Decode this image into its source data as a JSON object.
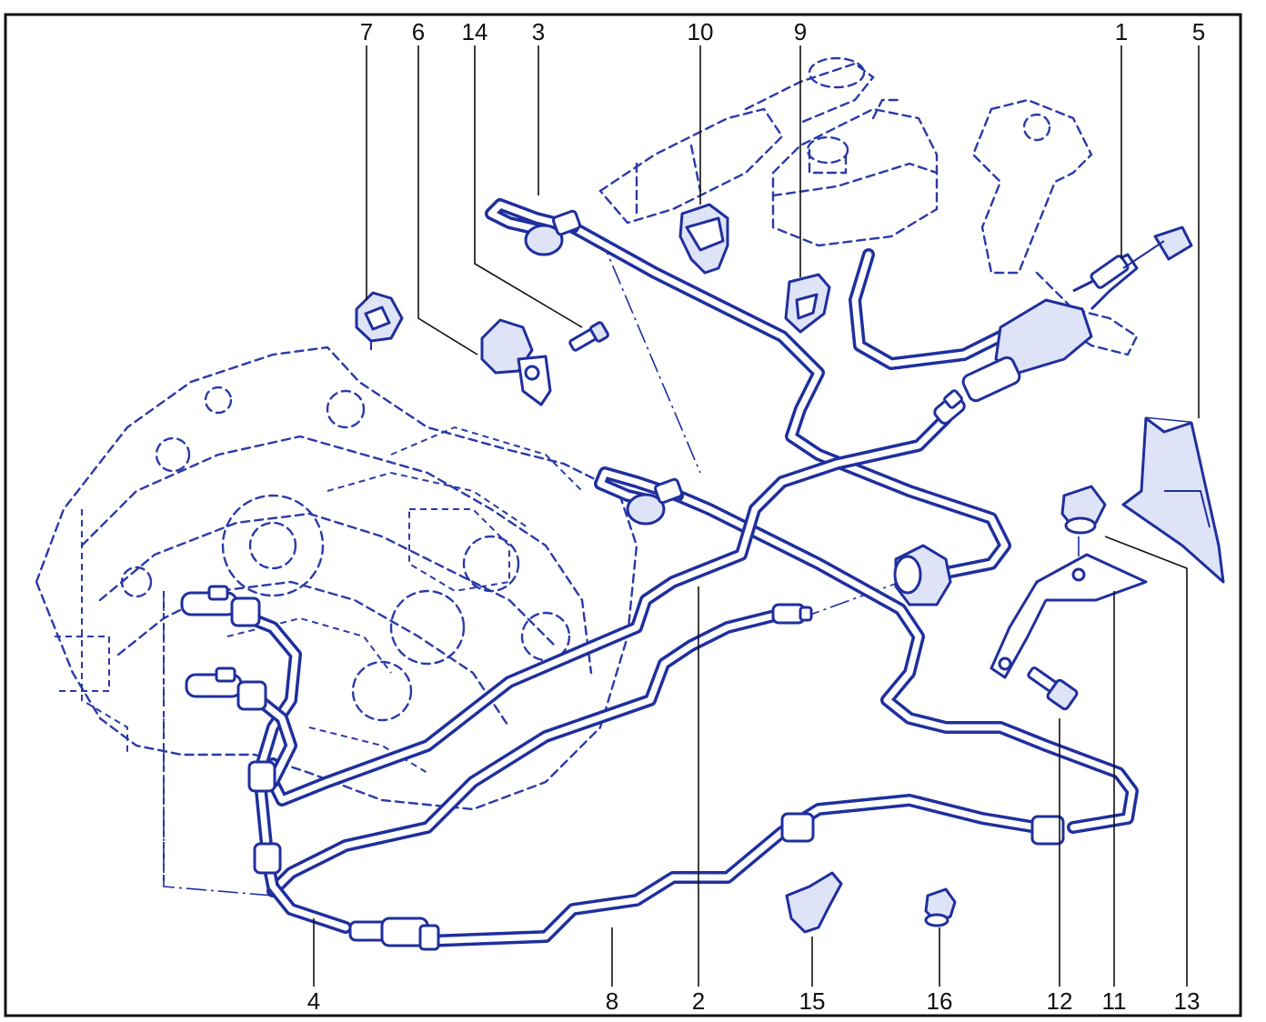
{
  "callouts": {
    "c1": "1",
    "c2": "2",
    "c3": "3",
    "c4": "4",
    "c5": "5",
    "c6": "6",
    "c7": "7",
    "c8": "8",
    "c9": "9",
    "c10": "10",
    "c11": "11",
    "c12": "12",
    "c13": "13",
    "c14": "14",
    "c15": "15",
    "c16": "16"
  },
  "colors": {
    "line": "#1f2f9e",
    "frame": "#111111",
    "background": "#ffffff"
  }
}
